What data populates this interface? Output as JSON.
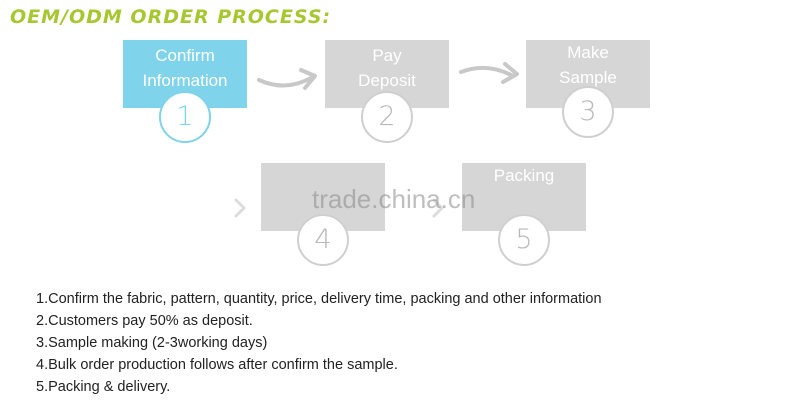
{
  "title": "OEM/ODM ORDER PROCESS:",
  "steps": [
    {
      "line1": "Confirm",
      "line2": "Information",
      "number": "1"
    },
    {
      "line1": "Pay",
      "line2": "Deposit",
      "number": "2"
    },
    {
      "line1": "Make",
      "line2": "Sample",
      "number": "3"
    },
    {
      "line1": "",
      "line2": "",
      "number": "4"
    },
    {
      "line1": "Packing",
      "line2": "",
      "number": "5"
    }
  ],
  "watermark": "trade.china.cn",
  "descriptions": [
    "1.Confirm the fabric, pattern, quantity, price, delivery time, packing and other information",
    "2.Customers pay 50% as deposit.",
    "3.Sample making (2-3working days)",
    "4.Bulk order production follows after confirm the sample.",
    "5.Packing & delivery."
  ],
  "colors": {
    "accent": "#a7c730",
    "active": "#7fd3ea",
    "inactive": "#d6d6d6"
  }
}
